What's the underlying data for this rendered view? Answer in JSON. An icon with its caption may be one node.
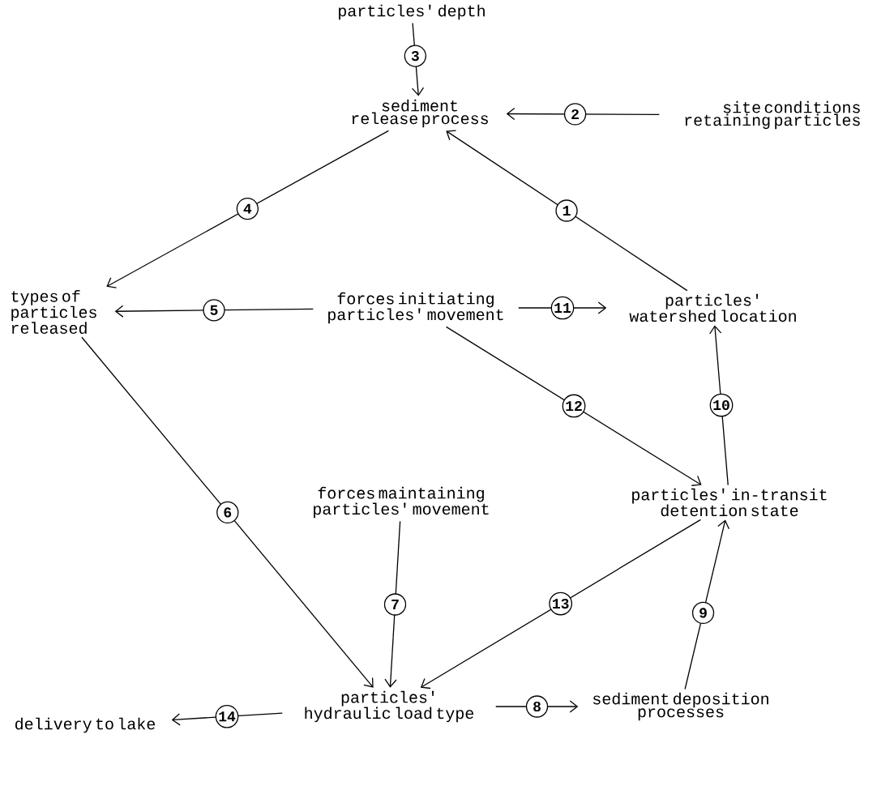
{
  "diagram": {
    "nodes": [
      {
        "text": [
          "particles' depth"
        ]
      },
      {
        "text": [
          "sediment release process"
        ]
      },
      {
        "text": [
          "site conditions retaining particles"
        ]
      },
      {
        "text": [
          "types of particles released"
        ]
      },
      {
        "text": [
          "forces initiating particles' movement"
        ]
      },
      {
        "text": [
          "particles' watershed location"
        ]
      },
      {
        "text": [
          "particles' in-transit detention state"
        ]
      },
      {
        "text": [
          "forces maintaining particles' movement"
        ]
      },
      {
        "text": [
          "particles' hydraulic load type"
        ]
      },
      {
        "text": [
          "delivery to lake"
        ]
      },
      {
        "text": [
          "sediment deposition processes"
        ]
      }
    ],
    "edges": [
      {
        "from": 0,
        "to": 1,
        "arrow": "to",
        "label": "3"
      },
      {
        "from": 2,
        "to": 1,
        "arrow": "to",
        "label": "2"
      },
      {
        "from": 5,
        "to": 1,
        "arrow": "to",
        "label": "1"
      },
      {
        "from": 1,
        "to": 3,
        "arrow": "to",
        "label": "4"
      },
      {
        "from": 4,
        "to": 3,
        "arrow": "to",
        "label": "5"
      },
      {
        "from": 4,
        "to": 5,
        "arrow": "to",
        "label": "11"
      },
      {
        "from": 4,
        "to": 6,
        "arrow": "to",
        "label": "12"
      },
      {
        "from": 6,
        "to": 5,
        "arrow": "to",
        "label": "10"
      },
      {
        "from": 3,
        "to": 8,
        "arrow": "to",
        "label": "6"
      },
      {
        "from": 7,
        "to": 8,
        "arrow": "to",
        "label": "7"
      },
      {
        "from": 6,
        "to": 8,
        "arrow": "to",
        "label": "13"
      },
      {
        "from": 10,
        "to": 6,
        "arrow": "to",
        "label": "9"
      },
      {
        "from": 8,
        "to": 9,
        "arrow": "to",
        "label": "14"
      },
      {
        "from": 8,
        "to": 10,
        "arrow": "to",
        "label": "8"
      }
    ]
  }
}
